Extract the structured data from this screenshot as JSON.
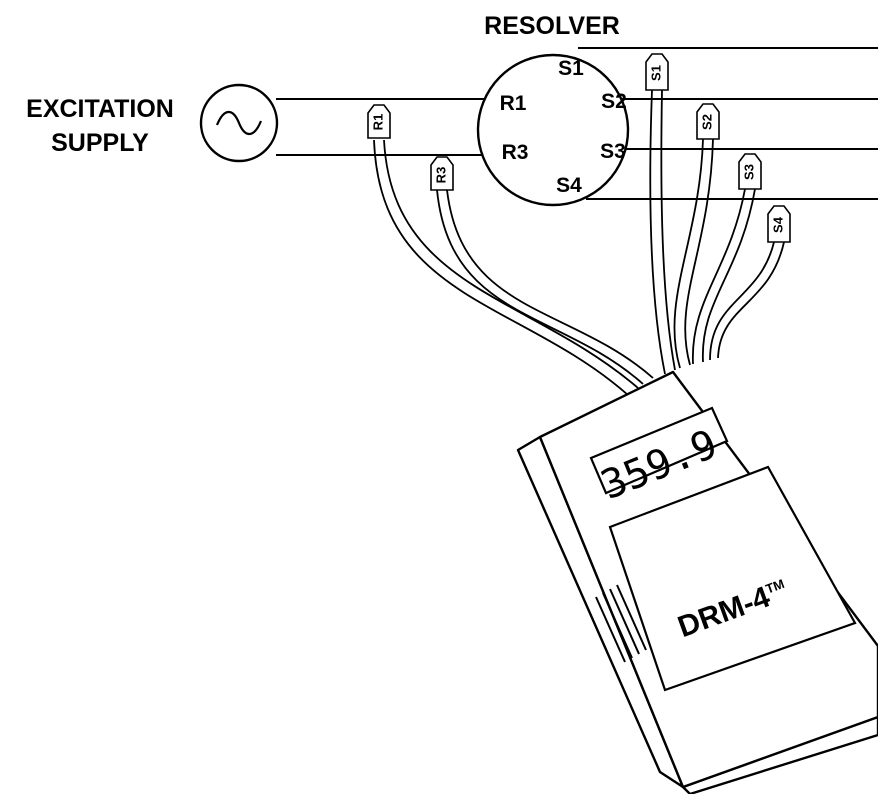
{
  "diagram": {
    "title": "RESOLVER",
    "supply_label_line1": "EXCITATION",
    "supply_label_line2": "SUPPLY",
    "supply_symbol": "~",
    "resolver_pins": {
      "r1": "R1",
      "r3": "R3",
      "s1": "S1",
      "s2": "S2",
      "s3": "S3",
      "s4": "S4"
    },
    "wire_tags": {
      "r1": "R1",
      "r3": "R3",
      "s1": "S1",
      "s2": "S2",
      "s3": "S3",
      "s4": "S4"
    },
    "device": {
      "display_value": "359.9",
      "model": "DRM-4",
      "trademark": "TM"
    }
  },
  "colors": {
    "line": "#000000",
    "background": "#ffffff"
  }
}
